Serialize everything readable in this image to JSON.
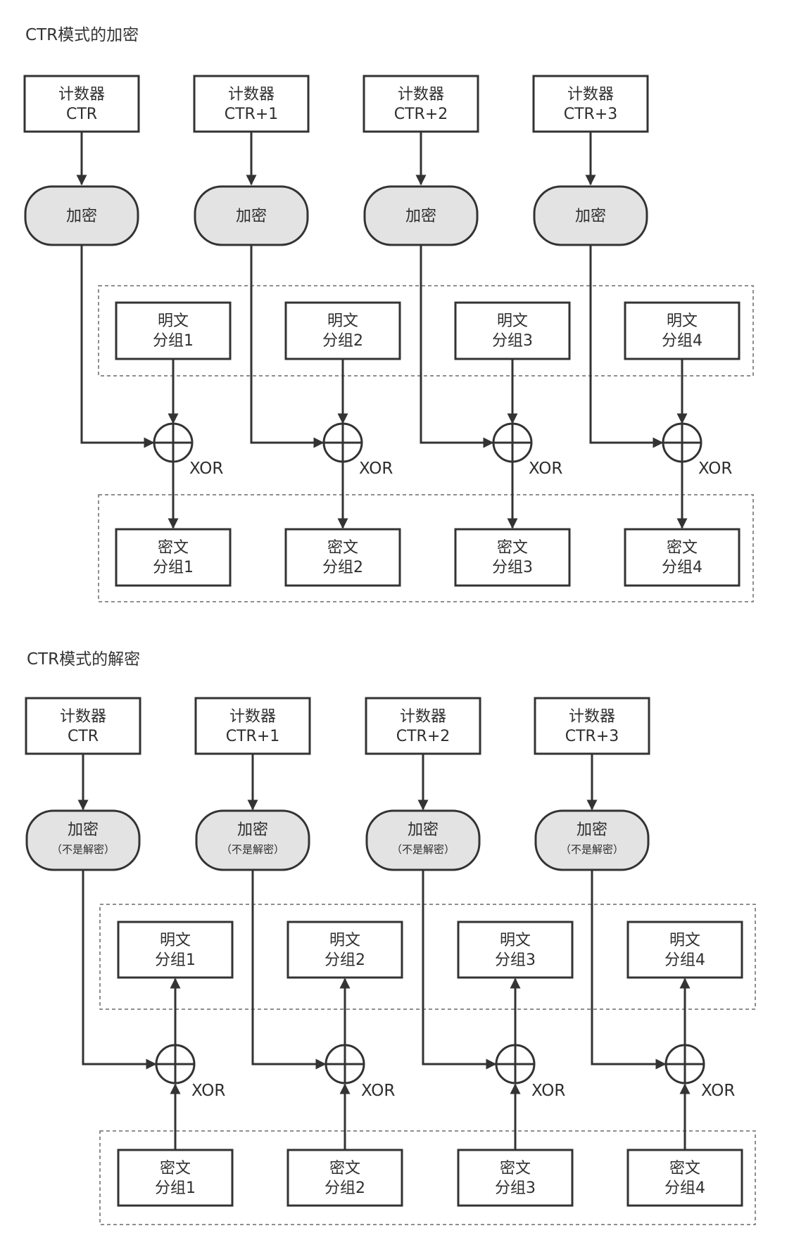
{
  "encryption": {
    "title": "CTR模式的加密",
    "counters": [
      {
        "line1": "计数器",
        "line2": "CTR"
      },
      {
        "line1": "计数器",
        "line2": "CTR+1"
      },
      {
        "line1": "计数器",
        "line2": "CTR+2"
      },
      {
        "line1": "计数器",
        "line2": "CTR+3"
      }
    ],
    "ciphers": [
      {
        "label": "加密",
        "note": ""
      },
      {
        "label": "加密",
        "note": ""
      },
      {
        "label": "加密",
        "note": ""
      },
      {
        "label": "加密",
        "note": ""
      }
    ],
    "plaintexts": [
      {
        "line1": "明文",
        "line2": "分组1"
      },
      {
        "line1": "明文",
        "line2": "分组2"
      },
      {
        "line1": "明文",
        "line2": "分组3"
      },
      {
        "line1": "明文",
        "line2": "分组4"
      }
    ],
    "xor_labels": [
      "XOR",
      "XOR",
      "XOR",
      "XOR"
    ],
    "ciphertexts": [
      {
        "line1": "密文",
        "line2": "分组1"
      },
      {
        "line1": "密文",
        "line2": "分组2"
      },
      {
        "line1": "密文",
        "line2": "分组3"
      },
      {
        "line1": "密文",
        "line2": "分组4"
      }
    ]
  },
  "decryption": {
    "title": "CTR模式的解密",
    "counters": [
      {
        "line1": "计数器",
        "line2": "CTR"
      },
      {
        "line1": "计数器",
        "line2": "CTR+1"
      },
      {
        "line1": "计数器",
        "line2": "CTR+2"
      },
      {
        "line1": "计数器",
        "line2": "CTR+3"
      }
    ],
    "ciphers": [
      {
        "label": "加密",
        "note": "（不是解密）"
      },
      {
        "label": "加密",
        "note": "（不是解密）"
      },
      {
        "label": "加密",
        "note": "（不是解密）"
      },
      {
        "label": "加密",
        "note": "（不是解密）"
      }
    ],
    "plaintexts": [
      {
        "line1": "明文",
        "line2": "分组1"
      },
      {
        "line1": "明文",
        "line2": "分组2"
      },
      {
        "line1": "明文",
        "line2": "分组3"
      },
      {
        "line1": "明文",
        "line2": "分组4"
      }
    ],
    "xor_labels": [
      "XOR",
      "XOR",
      "XOR",
      "XOR"
    ],
    "ciphertexts": [
      {
        "line1": "密文",
        "line2": "分组1"
      },
      {
        "line1": "密文",
        "line2": "分组2"
      },
      {
        "line1": "密文",
        "line2": "分组3"
      },
      {
        "line1": "密文",
        "line2": "分组4"
      }
    ]
  },
  "colors": {
    "stroke": "#333333",
    "cipher_fill": "#e3e3e3",
    "background": "#ffffff"
  }
}
